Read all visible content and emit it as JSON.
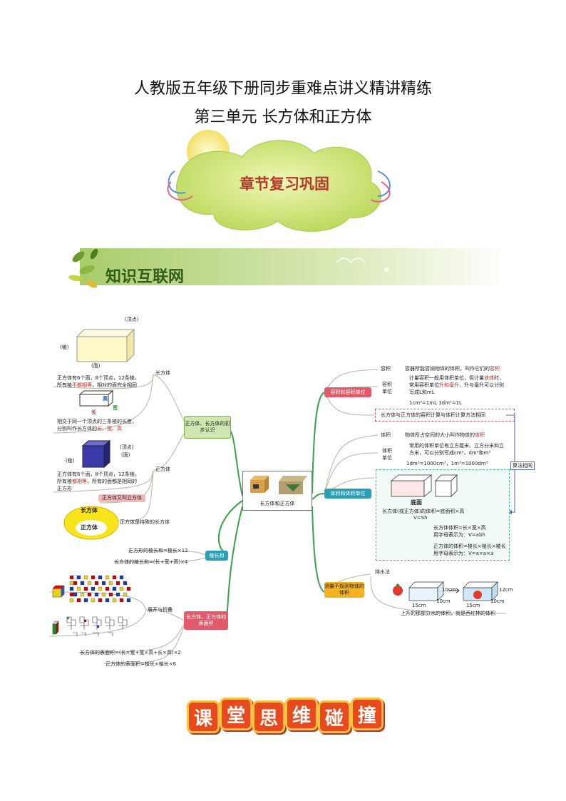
{
  "title_line1": "人教版五年级下册同步重难点讲义精讲精练",
  "title_line2": "第三单元  长方体和正方体",
  "cloud_label": "章节复习巩固",
  "banner_label": "知识互联网",
  "center": {
    "label": "长方体和正方体"
  },
  "left": {
    "branch1": "正方体、长方体的初步认识",
    "cuboid_label": "长方体",
    "vertex_label": "(顶点)",
    "edge_label": "(棱)",
    "face_label": "(面)",
    "cuboid_desc1": "正方体有6个面，8个顶点，12条棱，",
    "cuboid_desc2_a": "所有棱",
    "cuboid_desc2_b": "不都相等",
    "cuboid_desc2_c": "，相对的面完全相同",
    "dim_high": "高",
    "dim_long": "长",
    "dim_wide": "宽",
    "lwh_desc1": "相交于同一个顶点的三条棱的长度，",
    "lwh_desc2_a": "分别叫作长方体的",
    "lwh_desc2_b": "长、宽、高",
    "cube_label": "正方体",
    "cube_vertex": "(顶点)",
    "cube_edge": "(棱)",
    "cube_face": "(面)",
    "cube_desc1": "正方体有6个面，8个顶点，12条棱，",
    "cube_desc2_a": "所有棱",
    "cube_desc2_b": "都相等",
    "cube_desc2_c": "，所有的面都是相同的",
    "cube_desc3": "正方形",
    "cube_alias": "正方体又叫立方体",
    "ellipse_outer": "长方体",
    "ellipse_inner": "正方体",
    "special_desc": "正方体是特殊的长方体",
    "branch2": "棱长和",
    "edge_sum_cube": "正方形的棱长和=棱长×12",
    "edge_sum_cuboid": "长方体的棱长和=(长+宽+高)×4",
    "branch3": "长方体、正方体的表面积",
    "unfold_label": "展开与折叠",
    "sa_cuboid": "长方体的表面积=(长×宽+宽×高+长×高)×2",
    "sa_cube": "正方体的表面积=棱长×棱长×6"
  },
  "right": {
    "branch1": "容积和容积单位",
    "capacity": "容积",
    "capacity_def_a": "容器所能容纳物体的体积，叫作它们的",
    "capacity_def_b": "容积",
    "cap_unit": "容积单位",
    "cap_unit_desc1_a": "计量容积一般用体积单位，但计量",
    "cap_unit_desc1_b": "液体",
    "cap_unit_desc1_c": "时，",
    "cap_unit_desc2_a": "常用容积单位",
    "cap_unit_desc2_b": "升和毫升",
    "cap_unit_desc2_c": "，升与毫升可以分别",
    "cap_unit_desc3": "写成L和mL",
    "cap_conv": "1cm³=1mL    1dm³=1L",
    "cap_same": "长方体与正方体的容积计算与体积计算方法相同",
    "algo_same": "算法相同",
    "branch2": "体积和体积单位",
    "volume": "体积",
    "volume_def_a": "物体所占空间的大小叫作物体的",
    "volume_def_b": "体积",
    "vol_unit": "体积单位",
    "vol_unit_desc1": "常用的体积单位有立方厘米、立方分米和立",
    "vol_unit_desc2": "方米，可以分别写成cm³、dm³和m³",
    "vol_conv": "1dm³=1000cm³，1m³=1000dm³",
    "base_label": "底面",
    "vol_formula": "长方体(或正方体)的体积=底面积×高",
    "vol_formula2": "V=Sh",
    "cuboid_vol1": "长方体体积=长×宽×高",
    "cuboid_vol2": "用字母表示为：V=abh",
    "cube_vol1": "正方体的体积=棱长×棱长×棱长",
    "cube_vol2": "用字母表示为：V=a×a×a",
    "branch3": "测量不规则物体的体积",
    "drain": "排水法",
    "dim1": "15cm",
    "dim2": "10cm",
    "dim3": "10cm",
    "dim4": "15cm",
    "dim5": "10cm",
    "dim6": "12cm",
    "drain_desc": "上升的那部分水的体积，就是西红柿的体积"
  },
  "footer_chars": [
    "课",
    "堂",
    "思",
    "维",
    "碰",
    "撞"
  ]
}
